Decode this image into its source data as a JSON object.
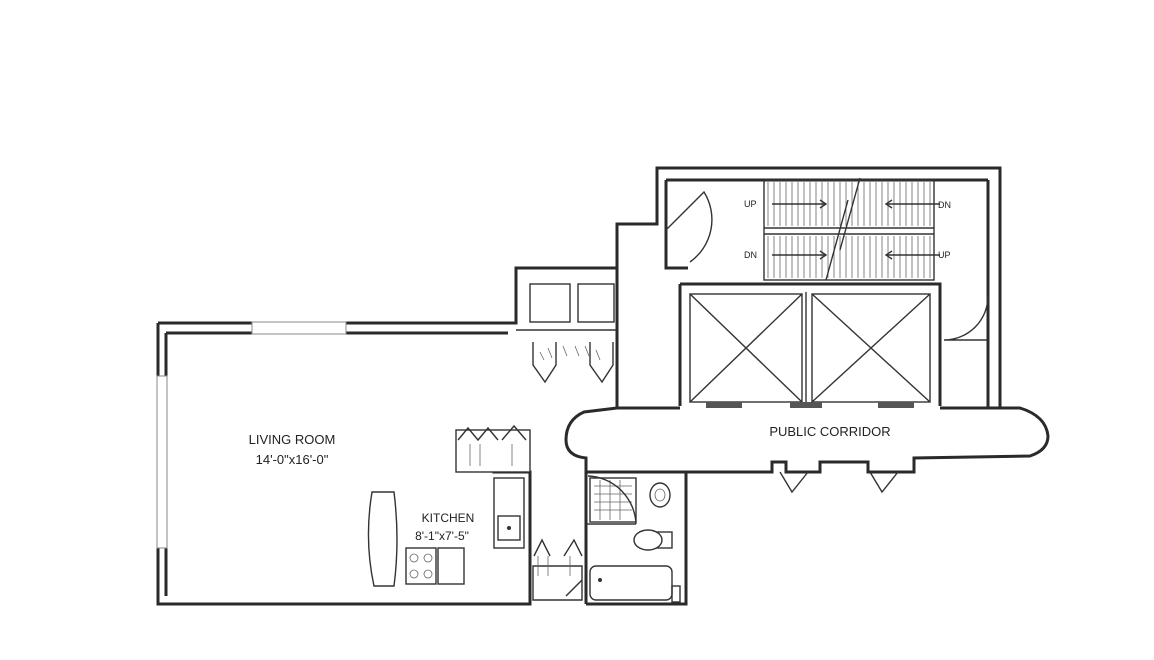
{
  "rooms": {
    "living_room": {
      "name": "LIVING ROOM",
      "dims": "14'-0\"x16'-0\""
    },
    "kitchen": {
      "name": "KITCHEN",
      "dims": "8'-1\"x7'-5\""
    },
    "corridor": {
      "name": "PUBLIC CORRIDOR"
    }
  },
  "stairs": {
    "left_upper": "UP",
    "left_lower": "DN",
    "right_upper": "DN",
    "right_lower": "UP"
  },
  "colors": {
    "line": "#2a2a2a",
    "background": "#ffffff"
  }
}
